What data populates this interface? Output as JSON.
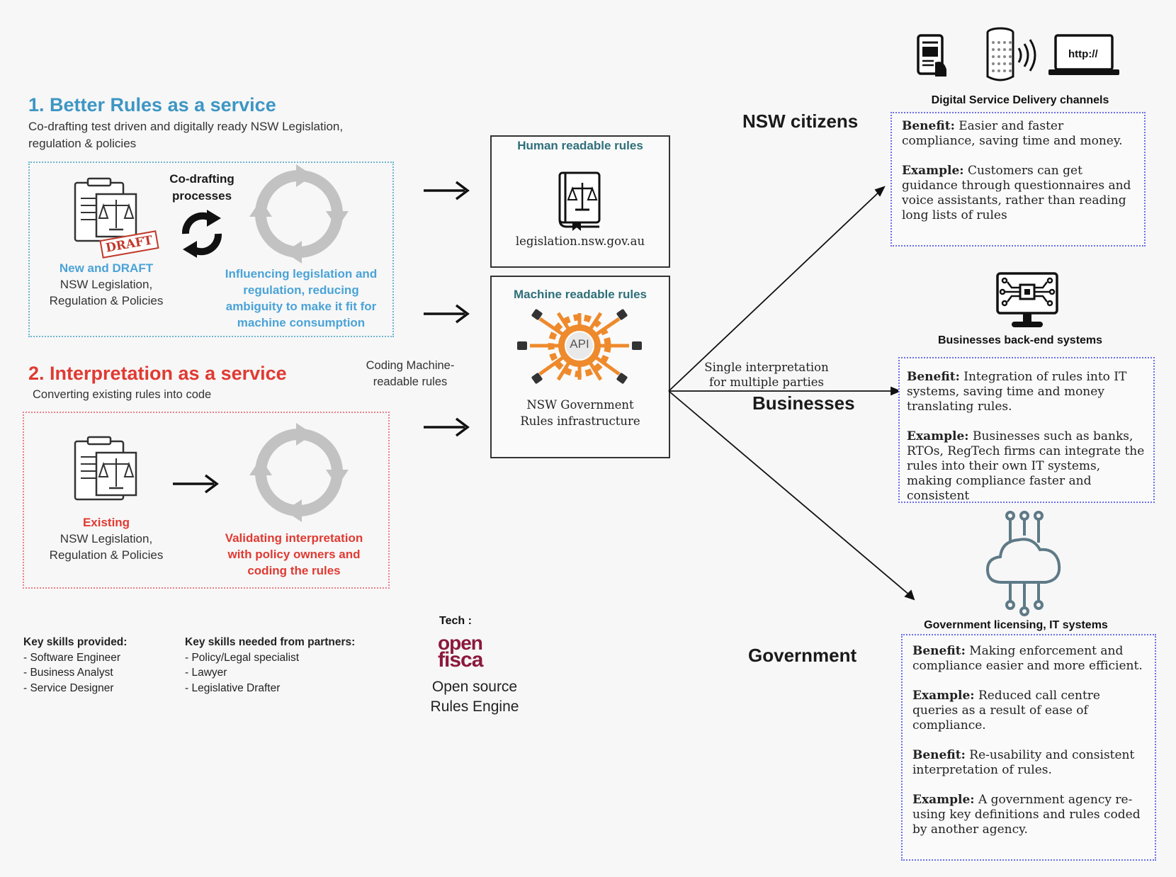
{
  "section1": {
    "title": "1. Better Rules as a service",
    "subtitle_line1": "Co-drafting test driven and digitally ready NSW Legislation,",
    "subtitle_line2": "regulation & policies",
    "doc_stamp": "DRAFT",
    "doc_caption_highlight": "New and DRAFT",
    "doc_caption_line2": "NSW Legislation,",
    "doc_caption_line3": "Regulation & Policies",
    "process_label_line1": "Co-drafting",
    "process_label_line2": "processes",
    "cycle_caption_line1": "Influencing legislation and",
    "cycle_caption_line2": "regulation, reducing",
    "cycle_caption_line3": "ambiguity to make it fit for",
    "cycle_caption_line4": "machine consumption"
  },
  "section2": {
    "title": "2. Interpretation as a service",
    "subtitle": "Converting existing rules into code",
    "doc_caption_highlight": "Existing",
    "doc_caption_line2": "NSW Legislation,",
    "doc_caption_line3": "Regulation & Policies",
    "cycle_caption_line1": "Validating interpretation",
    "cycle_caption_line2": "with policy owners and",
    "cycle_caption_line3": "coding the rules"
  },
  "coding_label_line1": "Coding Machine-",
  "coding_label_line2": "readable rules",
  "human_rules": {
    "title": "Human readable rules",
    "url": "legislation.nsw.gov.au"
  },
  "machine_rules": {
    "title": "Machine readable rules",
    "api_label": "API",
    "caption_line1": "NSW Government",
    "caption_line2": "Rules infrastructure"
  },
  "single_interp_line1": "Single interpretation",
  "single_interp_line2": "for multiple parties",
  "audiences": {
    "citizens": "NSW citizens",
    "businesses": "Businesses",
    "government": "Government"
  },
  "channels": {
    "digital": {
      "label": "Digital Service Delivery channels",
      "browser_text": "http://",
      "benefit_label": "Benefit:",
      "benefit_text": " Easier and faster compliance, saving time and money.",
      "example_label": "Example:",
      "example_text": " Customers can get guidance through questionnaires and voice assistants, rather than reading long lists of rules"
    },
    "business": {
      "label": "Businesses back-end systems",
      "benefit_label": "Benefit:",
      "benefit_text": " Integration of rules into IT systems, saving time and money translating rules.",
      "example_label": "Example:",
      "example_text": " Businesses such as banks, RTOs, RegTech firms can integrate the rules into their own IT systems, making compliance faster and consistent"
    },
    "government": {
      "label": "Government licensing, IT systems",
      "benefit1_label": "Benefit:",
      "benefit1_text": " Making enforcement and compliance easier and more efficient.",
      "example1_label": "Example:",
      "example1_text": " Reduced call centre queries as a result of ease of compliance.",
      "benefit2_label": "Benefit:",
      "benefit2_text": " Re-usability and consistent interpretation of rules.",
      "example2_label": "Example:",
      "example2_text": " A government agency re-using key definitions and rules coded by another agency."
    }
  },
  "skills_provided": {
    "title": "Key skills provided:",
    "items": [
      "- Software Engineer",
      "- Business Analyst",
      "- Service Designer"
    ]
  },
  "skills_needed": {
    "title": "Key skills needed from partners:",
    "items": [
      "- Policy/Legal specialist",
      "- Lawyer",
      "- Legislative Drafter"
    ]
  },
  "tech": {
    "label": "Tech :",
    "logo_line1": "open",
    "logo_line2": "fisca",
    "caption_line1": "Open source",
    "caption_line2": "Rules Engine"
  },
  "colors": {
    "section1": "#3d96c4",
    "section2": "#e03a32",
    "teal": "#2e6f7a",
    "cycle_gray": "#c2c2c2",
    "openfisca": "#8b1a3c",
    "api_orange": "#ee8a2c"
  }
}
